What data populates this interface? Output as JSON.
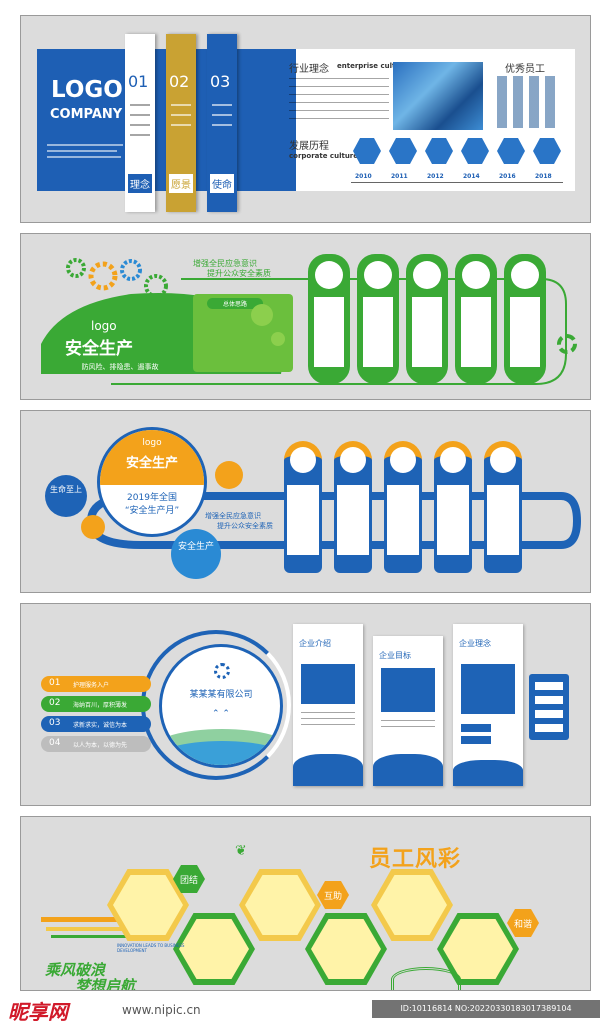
{
  "panel1": {
    "logo_line1": "LOGO",
    "logo_line2": "COMPANY",
    "pillars": [
      {
        "num": "01",
        "label": "理念"
      },
      {
        "num": "02",
        "label": "愿景"
      },
      {
        "num": "03",
        "label": "使命"
      }
    ],
    "culture_title": "行业理念",
    "culture_en": "enterprise culture",
    "staff_title": "优秀员工",
    "history_title": "发展历程",
    "history_en": "corporate culture",
    "years": [
      "2010",
      "2011",
      "2012",
      "2014",
      "2016",
      "2018"
    ]
  },
  "panel2": {
    "logo": "logo",
    "title": "安全生产",
    "slogan_bar": "防风险、排隐患、遏事故",
    "line1": "增强全民应急意识",
    "line2": "提升公众安全素质",
    "pill": "总体思路"
  },
  "panel3": {
    "logo": "logo",
    "title": "安全生产",
    "circle_main_1": "2019年全国",
    "circle_main_2": "“安全生产月”",
    "left_bubble": "生命至上",
    "right_bubble": "安全生产",
    "line1": "增强全民应急意识",
    "line2": "提升公众安全素质"
  },
  "panel4": {
    "company": "某某某有限公司",
    "tabs": [
      {
        "num": "01",
        "text": "护理服务入户"
      },
      {
        "num": "02",
        "text": "海纳百川，厚积薄发"
      },
      {
        "num": "03",
        "text": "求新求实，诚信为本"
      },
      {
        "num": "04",
        "text": "以人为本，以德为先"
      }
    ],
    "card_titles": [
      "企业介绍",
      "企业目标",
      "企业理念"
    ]
  },
  "panel5": {
    "title": "员工风彩",
    "tag_unity": "团结",
    "tag_help": "互助",
    "tag_harmony": "和谐",
    "slogan1": "乘风破浪",
    "slogan2": "梦想启航",
    "slogan_small": "INNOVATION LEADS TO BUSINESS DEVELOPMENT"
  },
  "watermark": {
    "site": "昵享网",
    "url": "www.nipic.cn",
    "id": "ID:10116814 NO:20220330183017389104"
  },
  "colors": {
    "blue": "#1e63b6",
    "gold": "#c9a233",
    "green": "#3aa935",
    "orange": "#f3a21b",
    "yellow_fill": "#fff3a8"
  }
}
